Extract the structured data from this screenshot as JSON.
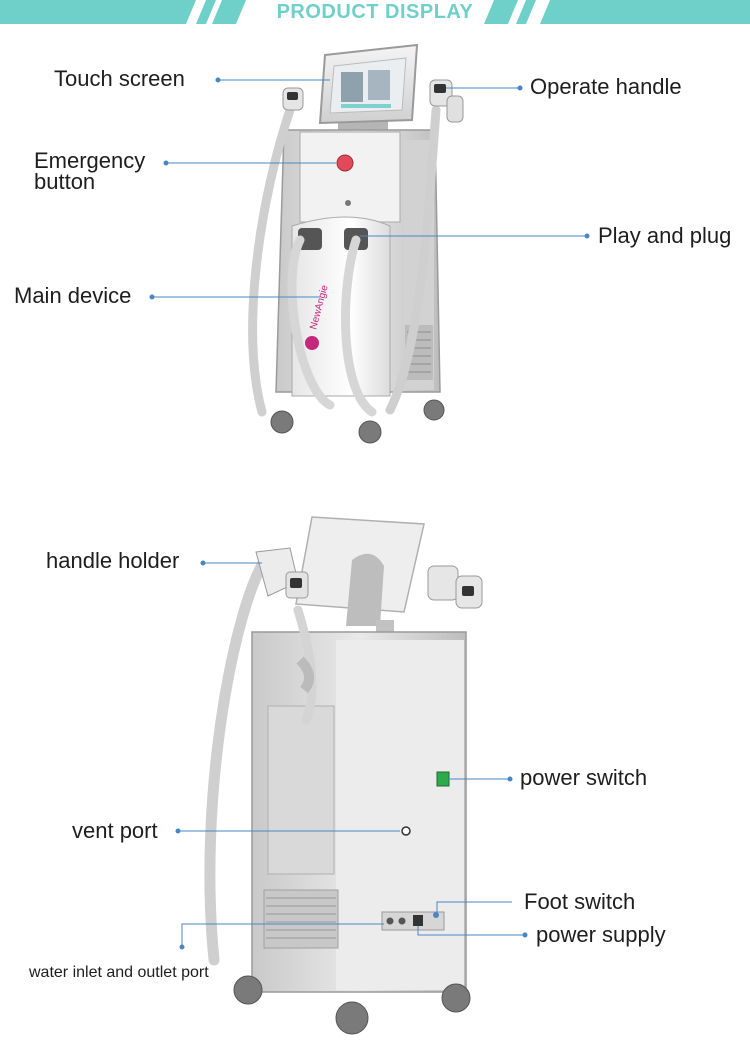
{
  "header": {
    "title": "PRODUCT DISPLAY",
    "accent_color": "#6fcfc9",
    "title_color": "#6fcfc9"
  },
  "front_view": {
    "brand_logo": "NewAngie",
    "callouts": {
      "touch_screen": "Touch screen",
      "emergency_button_line1": "Emergency",
      "emergency_button_line2": "button",
      "main_device": "Main device",
      "operate_handle": "Operate handle",
      "play_and_plug": "Play and plug"
    }
  },
  "back_view": {
    "callouts": {
      "handle_holder": "handle holder",
      "vent_port": "vent port",
      "water_port": "water inlet and outlet port",
      "power_switch": "power switch",
      "foot_switch": "Foot switch",
      "power_supply": "power supply"
    }
  },
  "colors": {
    "callout_line": "#4a86c6",
    "emergency_button": "#e2495b",
    "power_switch": "#2eaa4a",
    "logo": "#c4277c"
  }
}
